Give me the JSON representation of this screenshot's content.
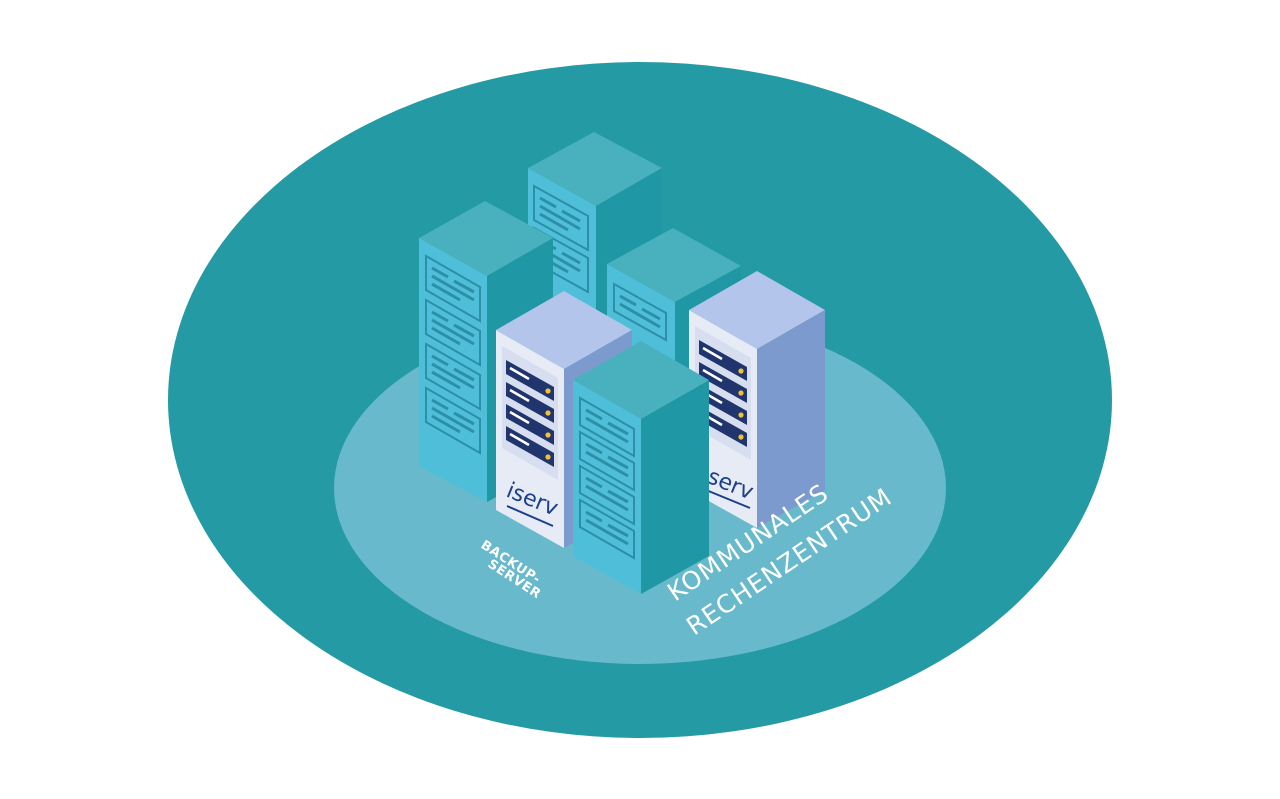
{
  "labels": {
    "backup_line1": "BACKUP-",
    "backup_line2": "SERVER",
    "datacenter_line1": "KOMMUNALES",
    "datacenter_line2": "RECHENZENTRUM"
  },
  "logos": {
    "rack_logo": "iserv",
    "rack_logo_partial": "serv"
  },
  "colors": {
    "outer_ellipse": "#249aa4",
    "inner_ellipse": "#67b9cb",
    "teal_top": "#48b1bd",
    "teal_front": "#4fbfd9",
    "teal_side": "#1f97a5",
    "lav_top": "#b3c5ea",
    "lav_front": "#e7ebf6",
    "lav_side": "#7d9acf",
    "indicator": "#f2c233"
  }
}
